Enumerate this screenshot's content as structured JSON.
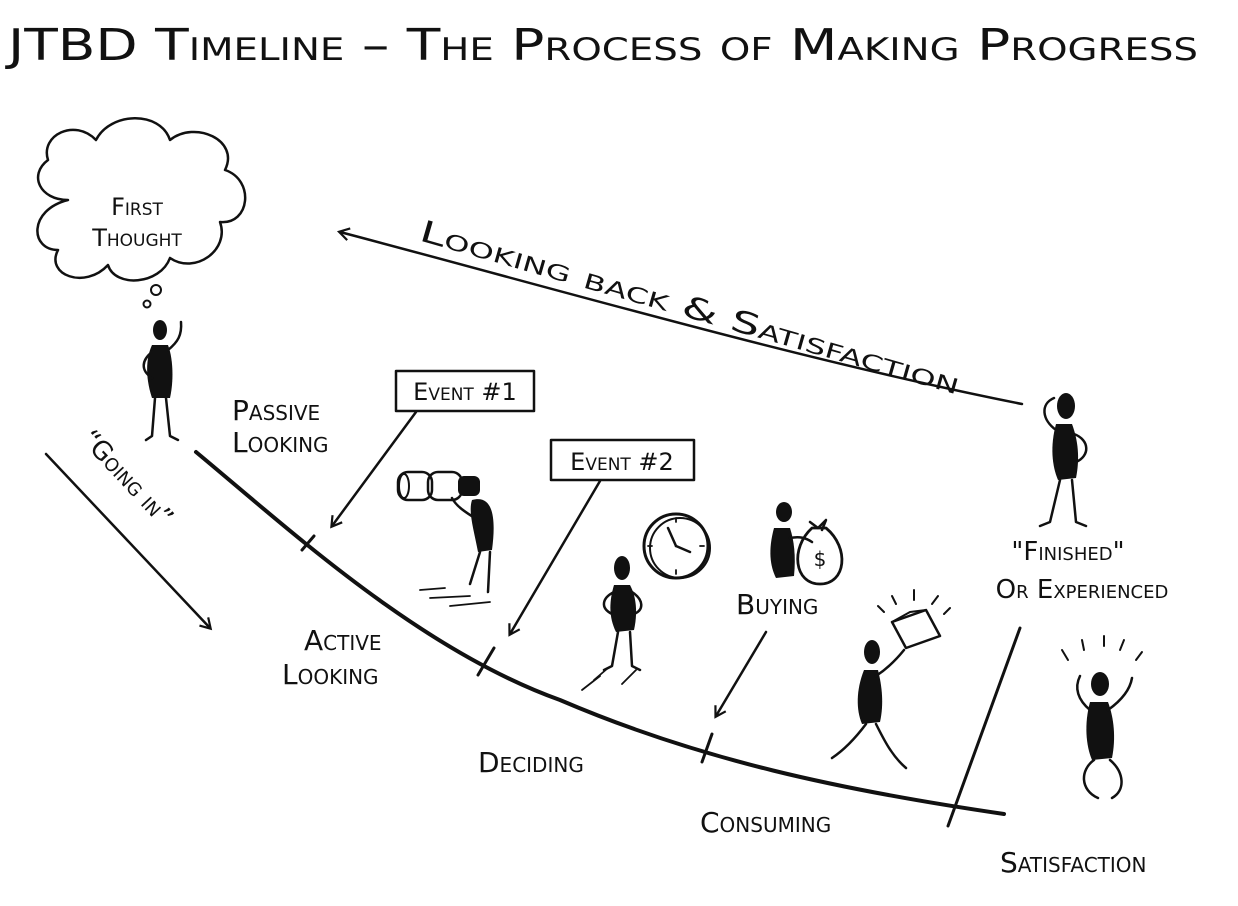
{
  "title": "JTBD Timeline – The Process of Making Progress",
  "thought_bubble": {
    "line1": "First",
    "line2": "Thought"
  },
  "looking_back": "Looking back & Satisfaction",
  "going_in": "“Going in”",
  "events": {
    "event1": "Event #1",
    "event2": "Event #2"
  },
  "stages": {
    "passive": {
      "line1": "Passive",
      "line2": "Looking"
    },
    "active": {
      "line1": "Active",
      "line2": "Looking"
    },
    "deciding": "Deciding",
    "buying": "Buying",
    "consuming": "Consuming",
    "finished": {
      "line1": "\"Finished\"",
      "line2": "Or Experienced"
    },
    "satisfaction": "Satisfaction"
  },
  "money_symbol": "$",
  "colors": {
    "ink": "#111111",
    "background": "#ffffff"
  }
}
